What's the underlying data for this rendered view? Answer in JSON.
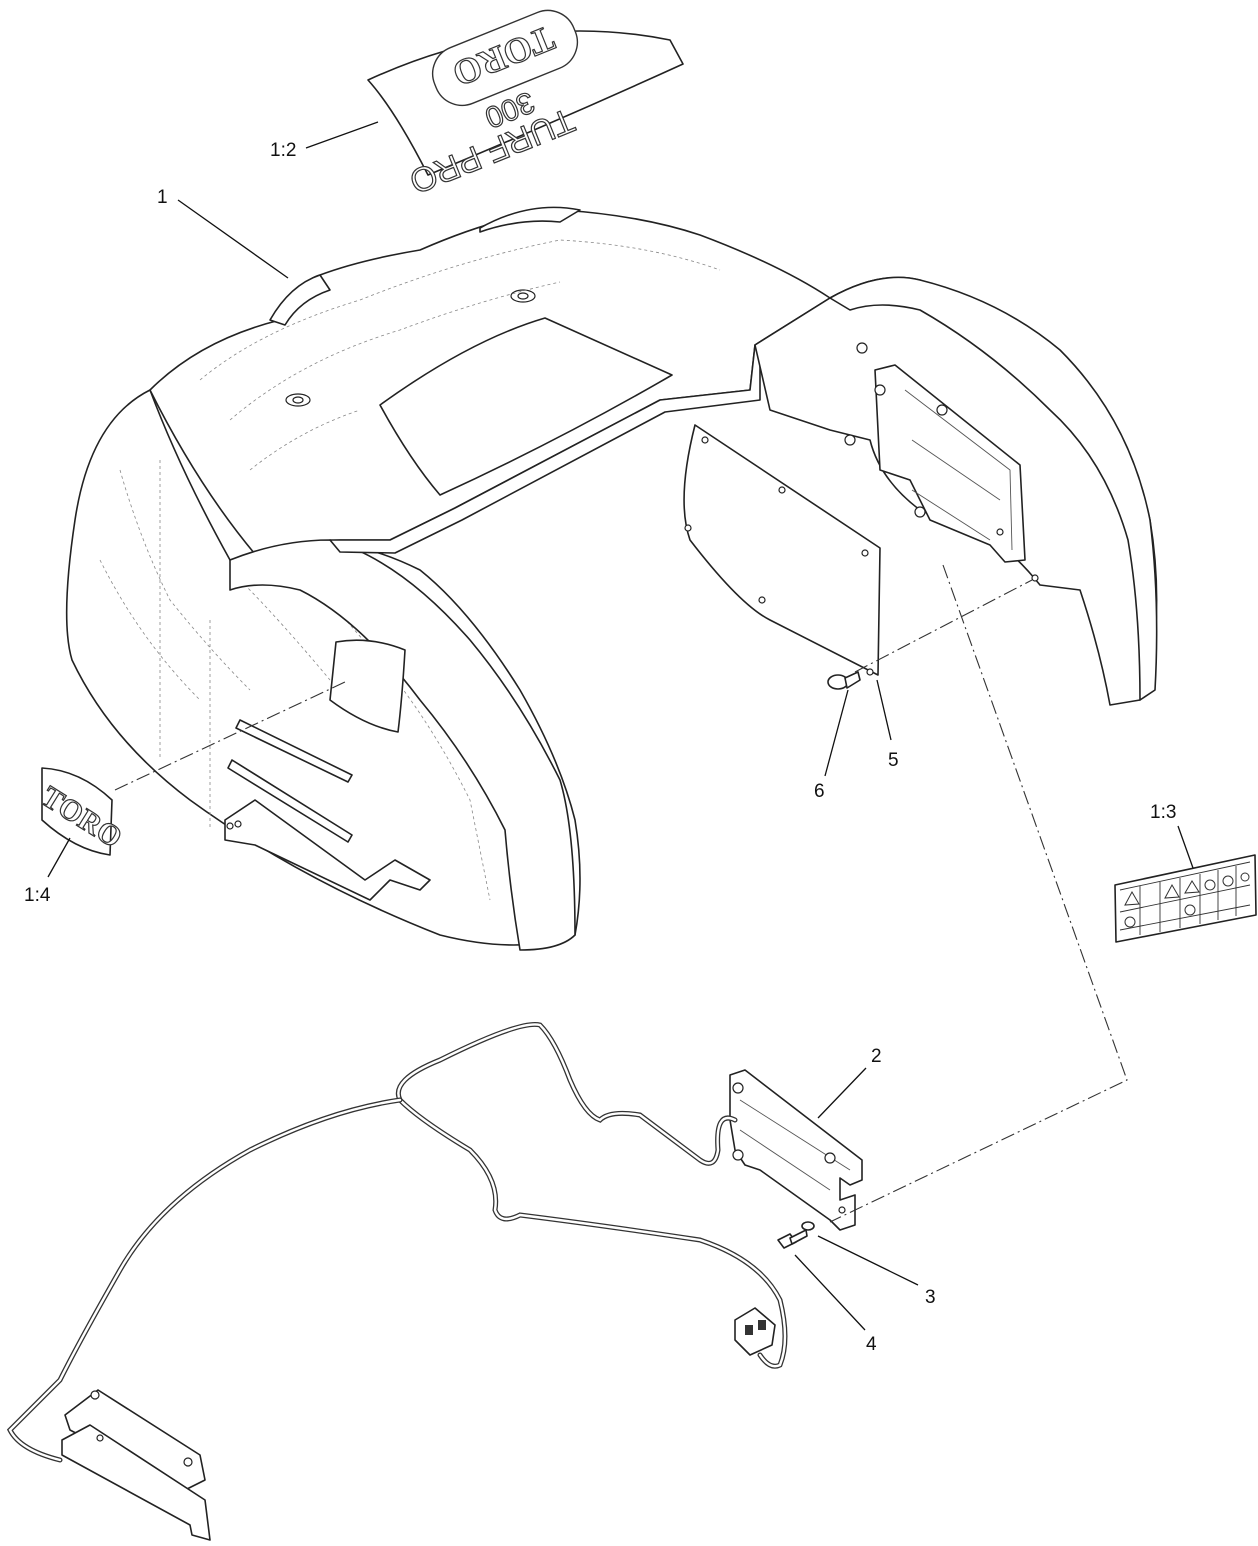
{
  "callouts": [
    {
      "id": "1",
      "label": "1"
    },
    {
      "id": "1:2",
      "label": "1:2"
    },
    {
      "id": "1:3",
      "label": "1:3"
    },
    {
      "id": "1:4",
      "label": "1:4"
    },
    {
      "id": "2",
      "label": "2"
    },
    {
      "id": "3",
      "label": "3"
    },
    {
      "id": "4",
      "label": "4"
    },
    {
      "id": "5",
      "label": "5"
    },
    {
      "id": "6",
      "label": "6"
    }
  ],
  "decals": {
    "hood_brand": "TORO",
    "hood_model_line1": "TURF PRO",
    "hood_model_line2": "300",
    "side_brand": "TORO"
  }
}
